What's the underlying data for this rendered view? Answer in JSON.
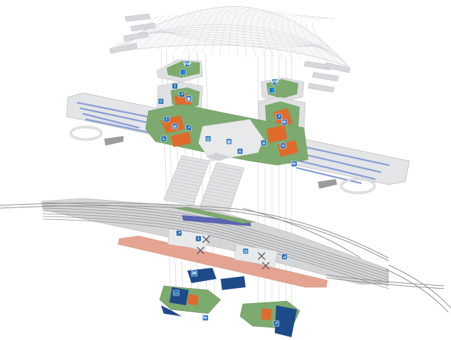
{
  "colors": {
    "background": "#ffffff",
    "roof_line": "#c9ccd1",
    "slab_grey": "#dfe0e2",
    "slab_edge": "#b9bcc0",
    "concourse_green": "#7daa6e",
    "orange_zone": "#e06a2c",
    "icon_blue": "#1f6fb5",
    "track_grey": "#c7c7c7",
    "rail_line": "#8f8f8f",
    "salmon_platform": "#e5a392",
    "navy_floor": "#1f4a8a",
    "stripe_blue": "#8aa0d6",
    "column_line": "#c9ccd1"
  },
  "icons": {
    "roof_deck": [
      {
        "name": "vip-icon",
        "label": "VIP"
      },
      {
        "name": "people-icon",
        "label": "👥"
      }
    ],
    "upper_left": [
      {
        "name": "info-icon",
        "label": "i"
      },
      {
        "name": "escalator-icon",
        "label": "↗"
      },
      {
        "name": "shop-icon",
        "label": "▣"
      },
      {
        "name": "phone-icon",
        "label": "☏"
      }
    ],
    "upper_right": [
      {
        "name": "vip-icon",
        "label": "VIP"
      },
      {
        "name": "people-icon",
        "label": "👥"
      },
      {
        "name": "escalator-icon",
        "label": "↗"
      },
      {
        "name": "toilet-icon",
        "label": "🚻"
      }
    ],
    "concourse": [
      {
        "name": "information-icon",
        "label": "i"
      },
      {
        "name": "ticket-icon",
        "label": "▤"
      },
      {
        "name": "escalator-icon",
        "label": "↗"
      },
      {
        "name": "elevator-icon",
        "label": "▥"
      },
      {
        "name": "luggage-icon",
        "label": "▦"
      },
      {
        "name": "clock-icon",
        "label": "⊙"
      },
      {
        "name": "wifi-icon",
        "label": "≋"
      },
      {
        "name": "mail-icon",
        "label": "✉"
      },
      {
        "name": "toilet-icon",
        "label": "🚻"
      },
      {
        "name": "wheelchair-icon",
        "label": "♿"
      }
    ],
    "platform": [
      {
        "name": "escalator-icon",
        "label": "↗"
      },
      {
        "name": "info-icon",
        "label": "i"
      },
      {
        "name": "elevator-icon",
        "label": "▥"
      },
      {
        "name": "stairs-icon",
        "label": "⊿"
      }
    ],
    "basement": [
      {
        "name": "metro-icon",
        "label": "M"
      },
      {
        "name": "bus-icon",
        "label": "▭"
      },
      {
        "name": "toilet-icon",
        "label": "🚻"
      },
      {
        "name": "escalator-icon",
        "label": "↗"
      }
    ]
  }
}
